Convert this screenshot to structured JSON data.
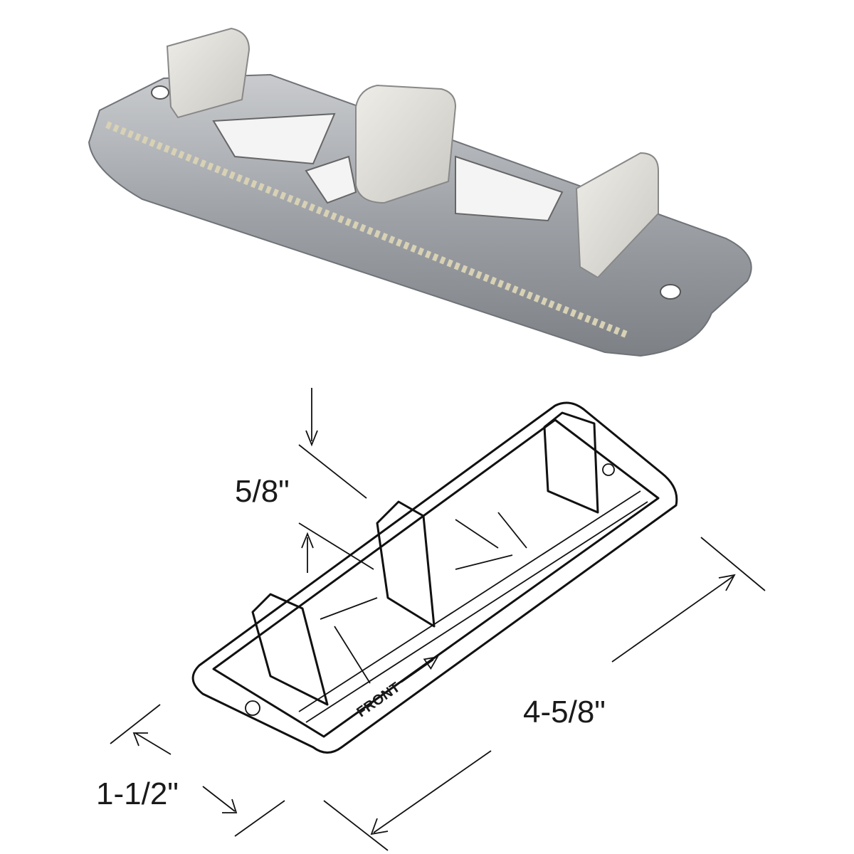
{
  "diagram": {
    "dimensions": {
      "height": "5/8\"",
      "length": "4-5/8\"",
      "width": "1-1/2\""
    },
    "direction_label": "FRONT",
    "colors": {
      "metal": "#a9acb0",
      "guide": "#e6e4de",
      "line": "#111111"
    }
  }
}
